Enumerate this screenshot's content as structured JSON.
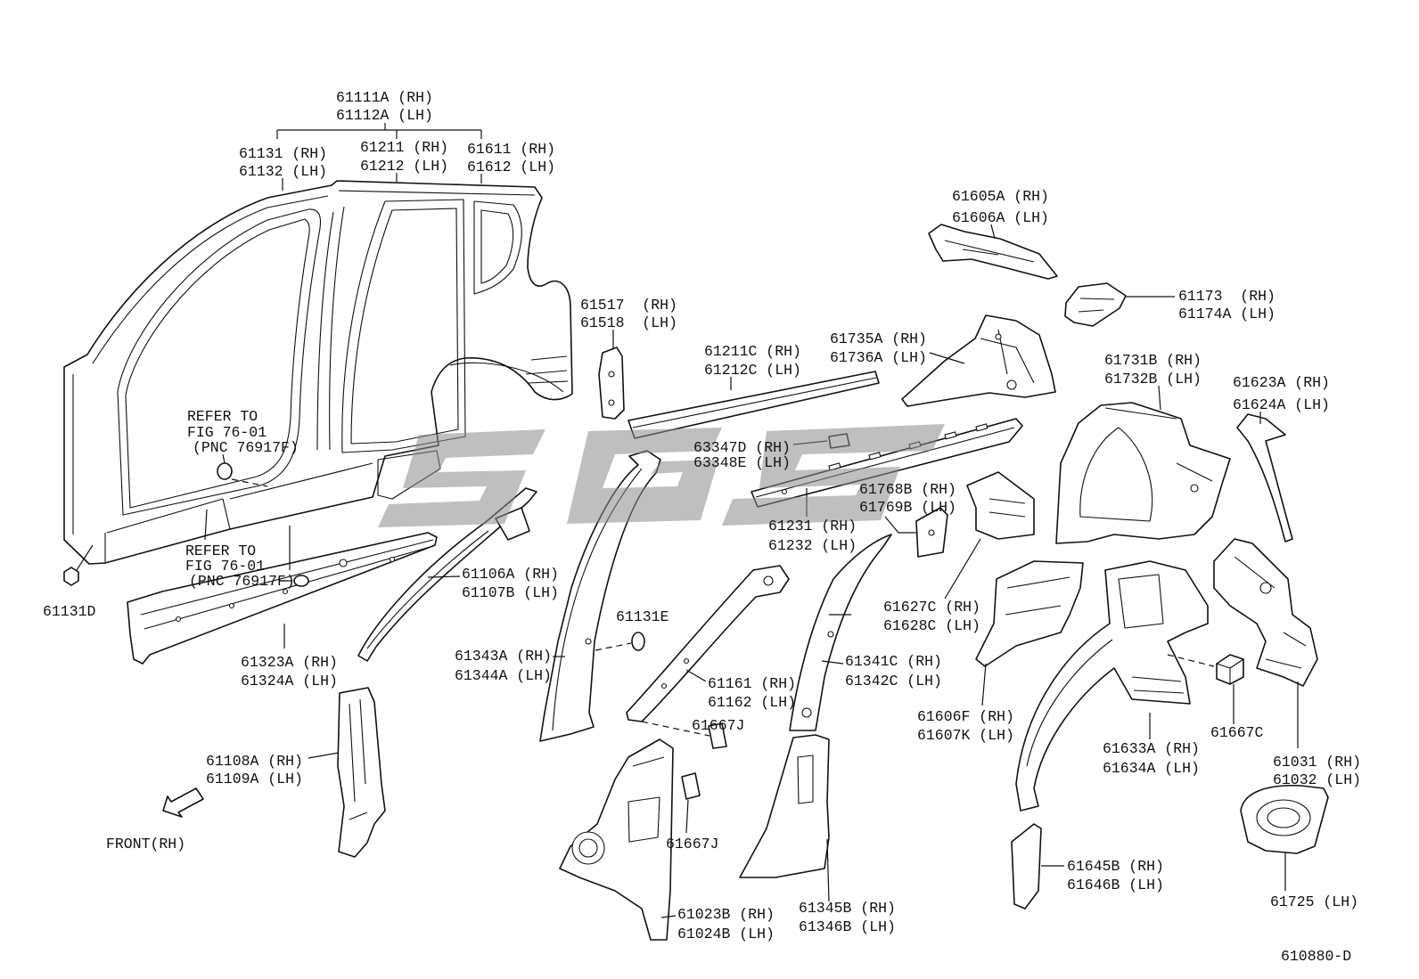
{
  "callouts": [
    {
      "lines": [
        "61111A (RH)",
        "61112A (LH)"
      ]
    },
    {
      "lines": [
        "61131 (RH)",
        "61132 (LH)"
      ]
    },
    {
      "lines": [
        "61211 (RH)",
        "61212 (LH)"
      ]
    },
    {
      "lines": [
        "61611 (RH)",
        "61612 (LH)"
      ]
    },
    {
      "lines": [
        "61605A (RH)",
        "61606A (LH)"
      ]
    },
    {
      "lines": [
        "61173  (RH)",
        "61174A (LH)"
      ]
    },
    {
      "lines": [
        "61517  (RH)",
        "61518  (LH)"
      ]
    },
    {
      "lines": [
        "61211C (RH)",
        "61212C (LH)"
      ]
    },
    {
      "lines": [
        "61735A (RH)",
        "61736A (LH)"
      ]
    },
    {
      "lines": [
        "61731B (RH)",
        "61732B (LH)"
      ]
    },
    {
      "lines": [
        "61623A (RH)",
        "61624A (LH)"
      ]
    },
    {
      "lines": [
        "REFER TO",
        "FIG 76-01",
        "(PNC 76917F)"
      ]
    },
    {
      "lines": [
        "63347D (RH)",
        "63348E (LH)"
      ]
    },
    {
      "lines": [
        "61768B (RH)",
        "61769B (LH)"
      ]
    },
    {
      "lines": [
        "61231 (RH)",
        "61232 (LH)"
      ]
    },
    {
      "lines": [
        "REFER TO",
        "FIG 76-01",
        "(PNC 76917F)"
      ]
    },
    {
      "lines": [
        "61131D"
      ]
    },
    {
      "lines": [
        "61106A (RH)",
        "61107B (LH)"
      ]
    },
    {
      "lines": [
        "61627C (RH)",
        "61628C (LH)"
      ]
    },
    {
      "lines": [
        "61131E"
      ]
    },
    {
      "lines": [
        "61323A (RH)",
        "61324A (LH)"
      ]
    },
    {
      "lines": [
        "61343A (RH)",
        "61344A (LH)"
      ]
    },
    {
      "lines": [
        "61341C (RH)",
        "61342C (LH)"
      ]
    },
    {
      "lines": [
        "61161 (RH)",
        "61162 (LH)"
      ]
    },
    {
      "lines": [
        "61606F (RH)",
        "61607K (LH)"
      ]
    },
    {
      "lines": [
        "61667J"
      ]
    },
    {
      "lines": [
        "61667C"
      ]
    },
    {
      "lines": [
        "61633A (RH)",
        "61634A (LH)"
      ]
    },
    {
      "lines": [
        "61031 (RH)",
        "61032 (LH)"
      ]
    },
    {
      "lines": [
        "61108A (RH)",
        "61109A (LH)"
      ]
    },
    {
      "lines": [
        "FRONT(RH)"
      ]
    },
    {
      "lines": [
        "61667J"
      ]
    },
    {
      "lines": [
        "61645B (RH)",
        "61646B (LH)"
      ]
    },
    {
      "lines": [
        "61023B (RH)",
        "61024B (LH)"
      ]
    },
    {
      "lines": [
        "61345B (RH)",
        "61346B (LH)"
      ]
    },
    {
      "lines": [
        "61725 (LH)"
      ]
    },
    {
      "lines": [
        "610880-D"
      ]
    }
  ],
  "icons": {
    "front_arrow": "front-arrow-icon",
    "watermark": "watermark-logo"
  },
  "colors": {
    "ink": "#111111",
    "watermark": "#8a8a8a",
    "background": "#ffffff"
  }
}
